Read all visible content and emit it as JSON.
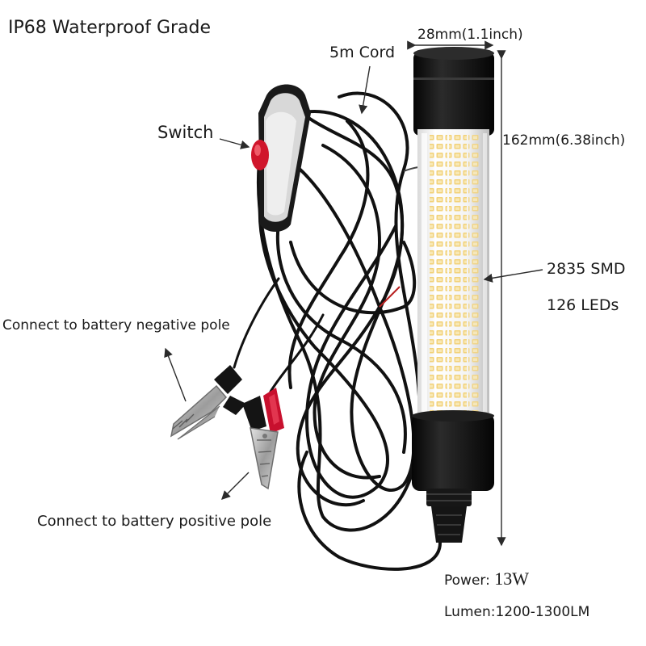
{
  "labels": {
    "title": "IP68 Waterproof Grade",
    "cord": "5m Cord",
    "width": "28mm(1.1inch)",
    "switch": "Switch",
    "height": "162mm(6.38inch)",
    "smd": "2835 SMD",
    "leds": "126 LEDs",
    "negative": "Connect to battery negative pole",
    "positive": "Connect to battery positive pole",
    "power_key": "Power:",
    "power_value": "13W",
    "lumen": "Lumen:1200-1300LM"
  },
  "colors": {
    "cord": "#111111",
    "cap": "#0d0d0d",
    "led": "#f2d27a",
    "switch_button": "#d0152b",
    "clip_boot_red": "#c8102e",
    "clip_boot_black": "#141414",
    "clip_metal": "#b8b8b8",
    "arrow": "#2b2b2b"
  },
  "icons": [
    "led-tube-light",
    "coiled-cord",
    "inline-switch",
    "alligator-clip"
  ]
}
